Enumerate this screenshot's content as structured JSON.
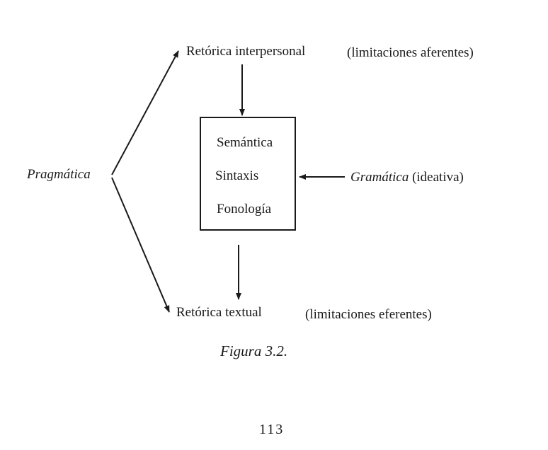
{
  "diagram": {
    "top_node": {
      "label": "Retórica interpersonal",
      "note": "(limitaciones aferentes)"
    },
    "center_box": {
      "lines": [
        "Semántica",
        "Sintaxis",
        "Fonología"
      ]
    },
    "left_node": {
      "label": "Pragmática"
    },
    "right_node": {
      "label_italic": "Gramática",
      "label_plain": "(ideativa)"
    },
    "bottom_node": {
      "label": "Retórica textual",
      "note": "(limitaciones eferentes)"
    }
  },
  "caption": "Figura 3.2.",
  "page_number": "113"
}
